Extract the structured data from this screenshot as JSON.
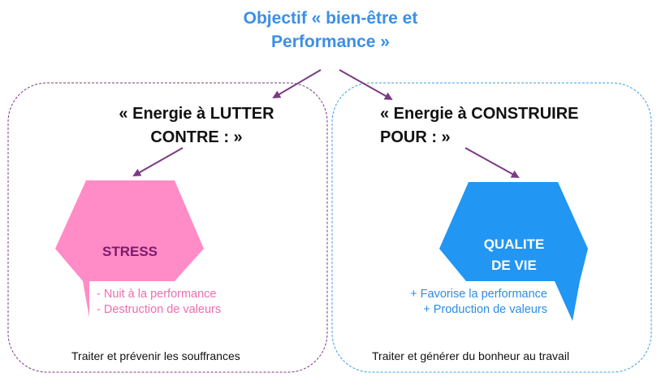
{
  "title": {
    "line1": "Objectif « bien-être et",
    "line2": "Performance »"
  },
  "left": {
    "heading_line1": "« Energie à LUTTER",
    "heading_line2": "CONTRE : »",
    "shape_label": "STRESS",
    "bullets": [
      "- Nuit à la performance",
      "- Destruction de valeurs"
    ],
    "footer": "Traiter et prévenir les souffrances"
  },
  "right": {
    "heading_line1": "« Energie à CONSTRUIRE",
    "heading_line2": "POUR : »",
    "shape_label_line1": "QUALITE",
    "shape_label_line2": "DE VIE",
    "bullets": [
      "+ Favorise la performance",
      "+ Production de valeurs"
    ],
    "footer": "Traiter et générer du bonheur au travail"
  },
  "colors": {
    "title": "#3b8fe8",
    "arrow": "#7b3a82",
    "left_border": "#7b3a82",
    "right_border": "#3b9fe0",
    "stress_fill": "#ff8cc6",
    "stress_text": "#7a1a6e",
    "qv_fill": "#2196f3",
    "left_bullets": "#f06cb0",
    "right_bullets": "#2b8de8"
  }
}
